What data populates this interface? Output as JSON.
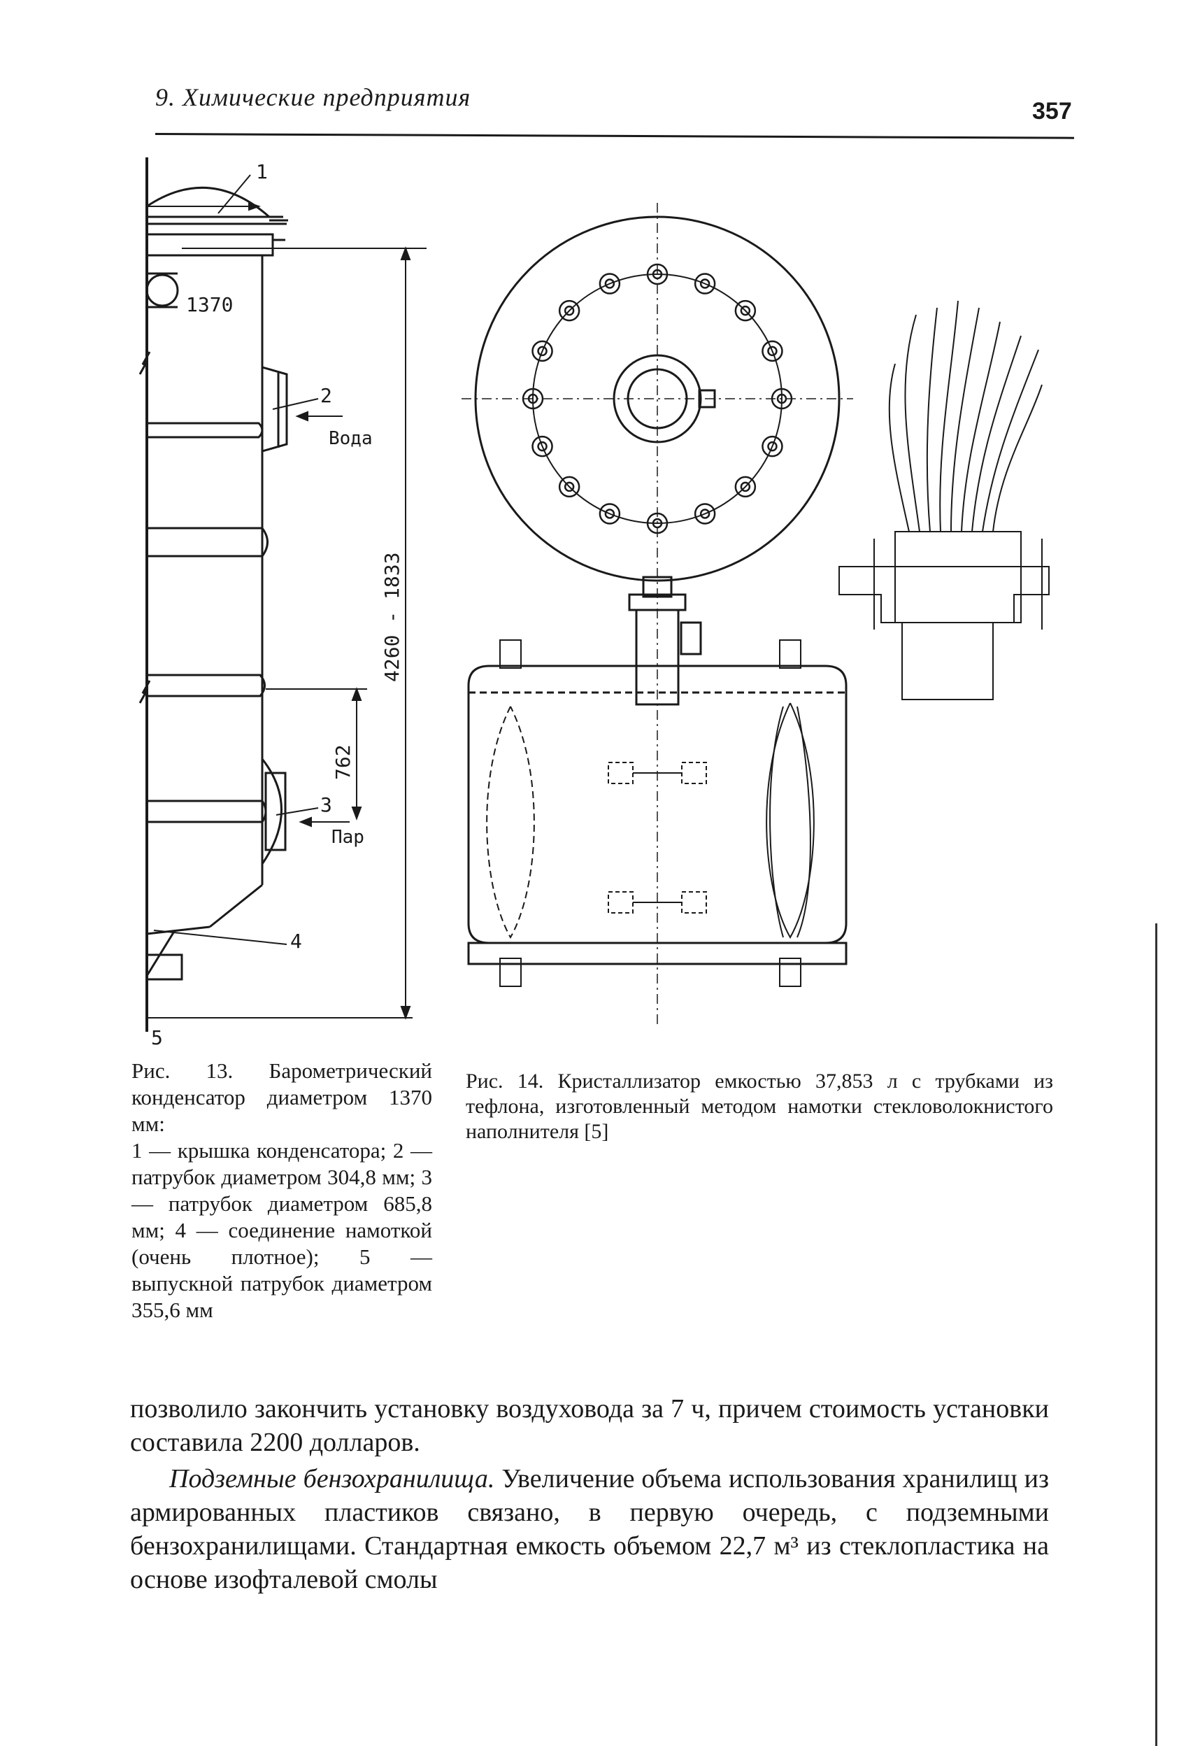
{
  "header": {
    "running_title": "9. Химические предприятия",
    "page_number": "357"
  },
  "figure13": {
    "labels": {
      "n1": "1",
      "n2": "2",
      "n3": "3",
      "n4": "4",
      "n5": "5",
      "dim_diameter": "1370",
      "dim_height": "4260 - 1833",
      "dim_762": "762",
      "water": "Вода",
      "steam": "Пар"
    },
    "caption": {
      "title": "Рис. 13. Барометрический конденсатор диаметром 1370 мм:",
      "legend": [
        "1 — крышка конденсатора; 2 — патрубок диаметром 304,8 мм; 3 — патрубок диаметром 685,8 мм; 4 — соединение намоткой (очень плотное); 5 — выпускной патрубок диаметром 355,6 мм"
      ]
    }
  },
  "figure14": {
    "caption": "Рис. 14. Кристаллизатор емкостью 37,853 л с трубками из тефлона, изготовленный методом намотки стекловолокнистого наполнителя [5]"
  },
  "body": {
    "para1": "позволило закончить установку воздуховода за 7 ч, причем стоимость установки составила 2200 долларов.",
    "para2_italic": "Подземные бензохранилища.",
    "para2_rest": " Увеличение объема использования хранилищ из армированных пластиков связано, в первую очередь, с подземными бензохранилищами. Стандартная емкость объемом 22,7 м³ из стеклопластика на основе изофталевой смолы"
  }
}
